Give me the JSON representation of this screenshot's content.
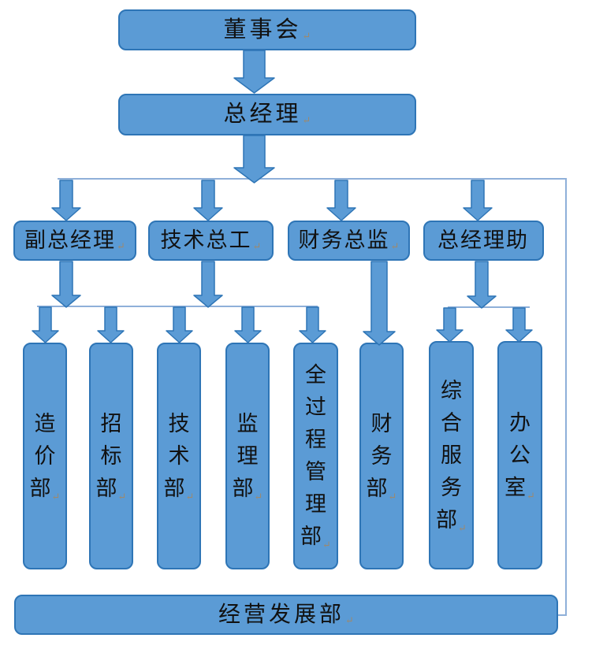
{
  "diagram": {
    "type": "organization-chart",
    "palette": {
      "box_fill": "#5B9BD5",
      "box_border": "#2E75B6",
      "connector_line": "#8FB0D9",
      "text": "#111111",
      "return_mark_color": "#9A8A72"
    },
    "return_mark_glyph": "↵",
    "board": {
      "label": "董事会",
      "mark": "↵"
    },
    "general_manager": {
      "label": "总经理",
      "mark": "↵"
    },
    "managers": [
      {
        "id": "deputy-general-manager",
        "label": "副总经理",
        "mark": "↵",
        "children": [
          "cost-dept",
          "bidding-dept",
          "technology-dept",
          "supervision-dept",
          "whole-process-mgmt-dept"
        ]
      },
      {
        "id": "chief-technical-engineer",
        "label": "技术总工",
        "mark": "↵",
        "children": [
          "cost-dept",
          "bidding-dept",
          "technology-dept",
          "supervision-dept",
          "whole-process-mgmt-dept"
        ]
      },
      {
        "id": "finance-director",
        "label": "财务总监",
        "mark": "↵",
        "children": [
          "finance-dept"
        ]
      },
      {
        "id": "general-manager-assistant",
        "label": "总经理助",
        "mark": "",
        "children": [
          "general-services-dept",
          "office"
        ]
      }
    ],
    "departments": [
      {
        "id": "cost-dept",
        "label": "造价部",
        "mark": "↵"
      },
      {
        "id": "bidding-dept",
        "label": "招标部",
        "mark": "↵"
      },
      {
        "id": "technology-dept",
        "label": "技术部",
        "mark": "↵"
      },
      {
        "id": "supervision-dept",
        "label": "监理部",
        "mark": "↵"
      },
      {
        "id": "whole-process-mgmt-dept",
        "label": "全过程管理部",
        "mark": "↵"
      },
      {
        "id": "finance-dept",
        "label": "财务部",
        "mark": "↵"
      },
      {
        "id": "general-services-dept",
        "label": "综合服务部",
        "mark": "↵"
      },
      {
        "id": "office",
        "label": "办公室",
        "mark": "↵"
      }
    ],
    "bottom_department": {
      "label": "经营发展部",
      "mark": "↵"
    }
  }
}
